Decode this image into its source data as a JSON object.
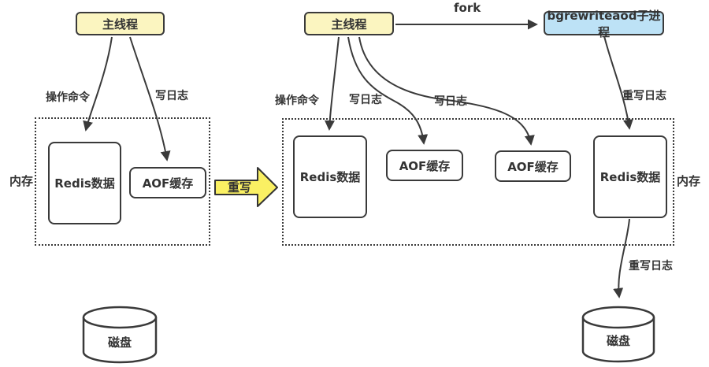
{
  "colors": {
    "line": "#3a3a3a",
    "text": "#333333",
    "thread_fill": "#fbf5c0",
    "child_fill": "#bde2f6",
    "rewrite_arrow_fill": "#faf063",
    "node_fill": "#ffffff"
  },
  "left": {
    "main_thread": "主线程",
    "op_cmd": "操作命令",
    "write_log": "写日志",
    "memory": "内存",
    "redis_data": "Redis数据",
    "aof_buffer": "AOF缓存",
    "disk": "磁盘"
  },
  "center": {
    "rewrite": "重写"
  },
  "right": {
    "main_thread": "主线程",
    "fork": "fork",
    "child_process": "bgrewriteaod子进程",
    "op_cmd": "操作命令",
    "write_log_1": "写日志",
    "write_log_2": "写日志",
    "rewrite_log_top": "重写日志",
    "memory": "内存",
    "redis_data": "Redis数据",
    "aof_buffer_1": "AOF缓存",
    "aof_buffer_2": "AOF缓存",
    "redis_data_2": "Redis数据",
    "rewrite_log_bottom": "重写日志",
    "disk": "磁盘"
  }
}
